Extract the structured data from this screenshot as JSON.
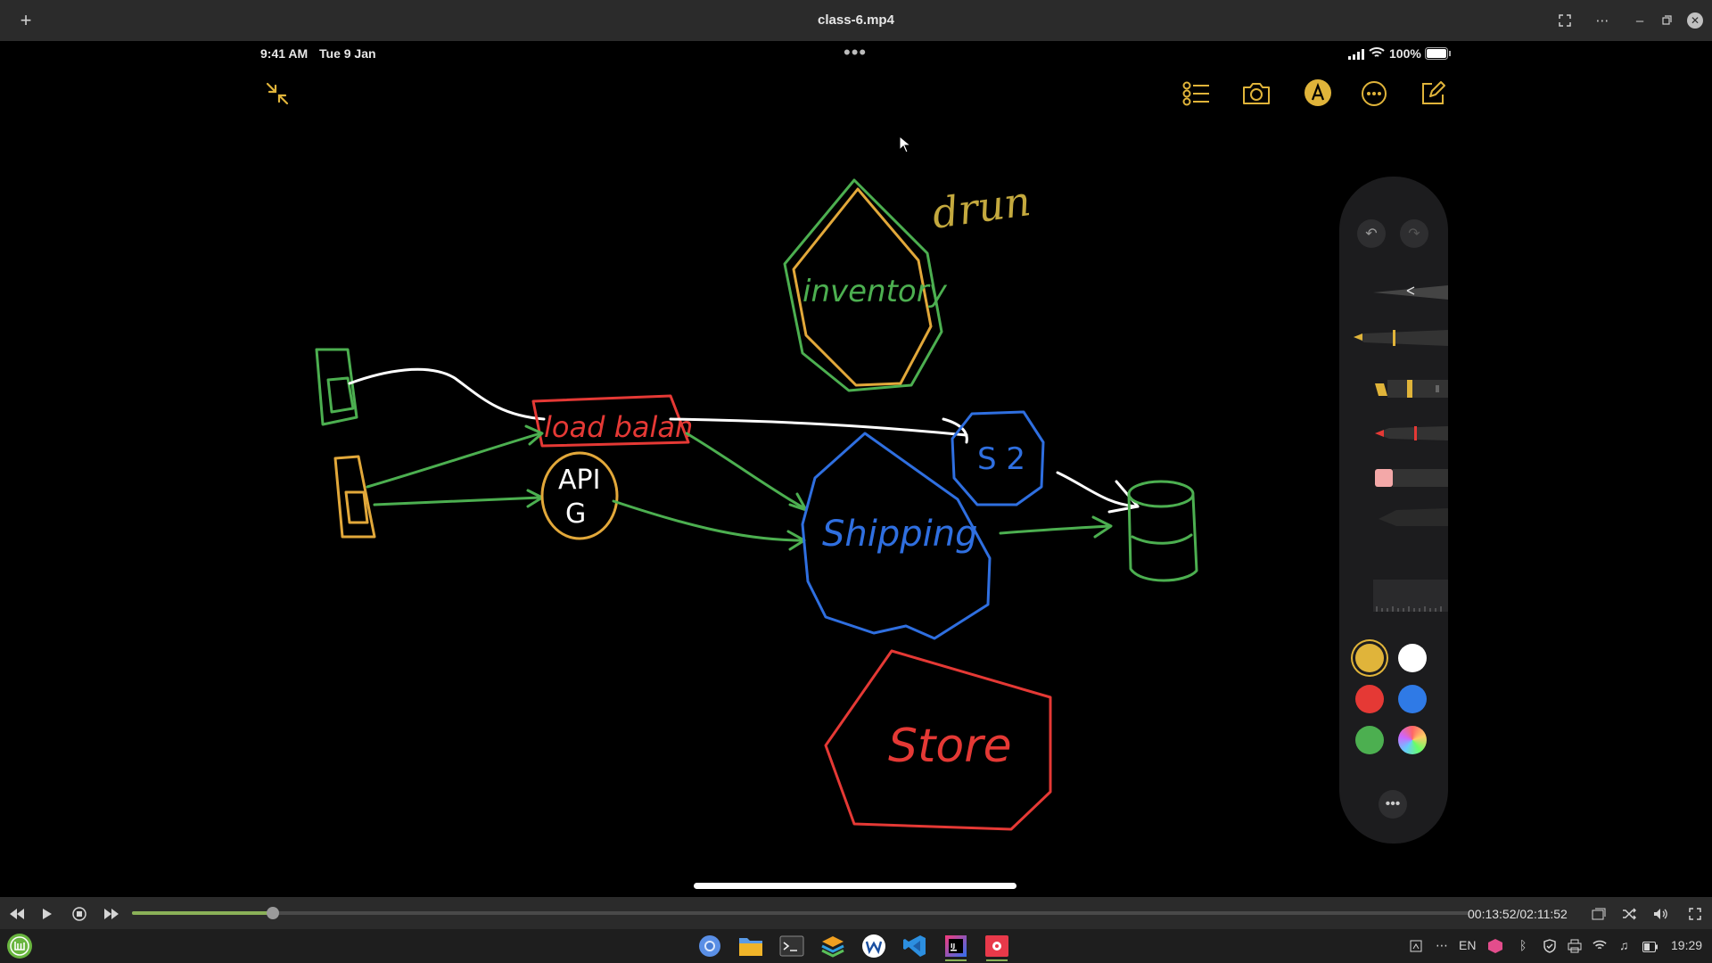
{
  "window": {
    "title": "class-6.mp4",
    "new_tab_glyph": "+",
    "controls": [
      "fullscreen-icon",
      "more-icon",
      "minimize-icon",
      "maximize-icon",
      "close-icon"
    ]
  },
  "ipad": {
    "time": "9:41 AM",
    "date": "Tue 9 Jan",
    "battery": "100%",
    "top_dots": "•••",
    "toolbar_icons": [
      "collapse-icon",
      "checklist-icon",
      "camera-icon",
      "markup-pen-icon",
      "more-circle-icon",
      "compose-icon"
    ]
  },
  "drawing": {
    "labels": {
      "drun": "drun",
      "inventory": "inventory",
      "load_balancer": "load balan",
      "api_gateway_1": "API",
      "api_gateway_2": "G",
      "s3": "S 2",
      "shipping": "Shipping",
      "store": "Store"
    },
    "colors": {
      "green": "#4caf50",
      "orange": "#e2a83a",
      "red": "#e53935",
      "blue": "#2f6fe0",
      "white": "#ffffff",
      "olive": "#c4a93e"
    }
  },
  "palette": {
    "tools": [
      "pen",
      "monoline",
      "marker",
      "pencil",
      "eraser",
      "lasso",
      "ruler"
    ],
    "swatches": [
      "#e0b43a",
      "#ffffff",
      "#e53935",
      "#2f7ae6",
      "#4caf50",
      "multicolor"
    ],
    "selected_swatch": "#e0b43a",
    "more_label": "•••"
  },
  "player": {
    "time_display": "00:13:52/02:11:52",
    "progress": 0.1055
  },
  "taskbar": {
    "apps": [
      "chromium",
      "files",
      "terminal",
      "layers",
      "browser-w",
      "vscode",
      "intellij",
      "video-player"
    ],
    "lang": "EN",
    "clock": "19:29"
  }
}
